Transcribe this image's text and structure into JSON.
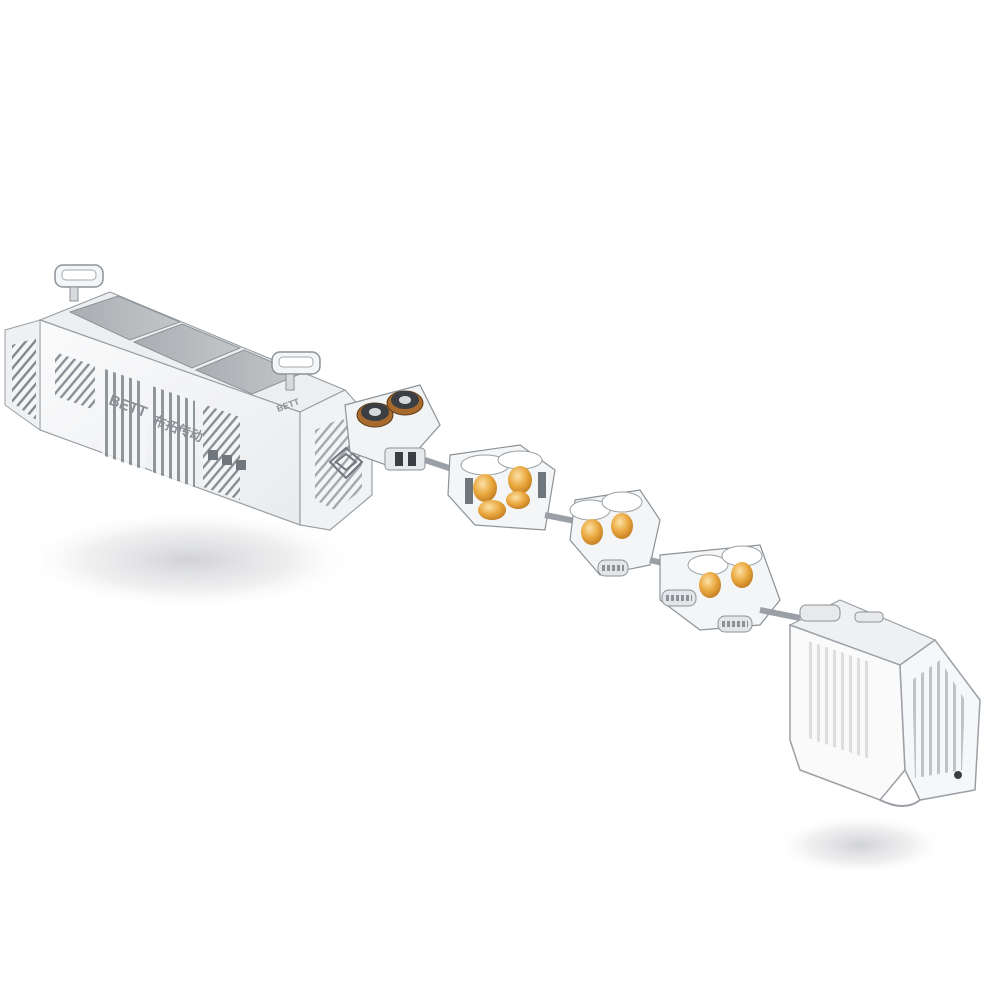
{
  "image": {
    "description_type": "product-illustration",
    "brand_mark": "BETT",
    "chinese_mark": "布拓传动",
    "side_label": "BETT",
    "colors": {
      "background": "#ffffff",
      "body": "#f4f5f6",
      "edge": "#b9bec3",
      "dark_edge": "#7d848a",
      "accent_gold": "#e8a43a",
      "accent_gold_light": "#f6cd7a",
      "roller_dark": "#3b3f44",
      "roller_brown": "#a8692c",
      "shadow": "#d9dadc"
    }
  }
}
